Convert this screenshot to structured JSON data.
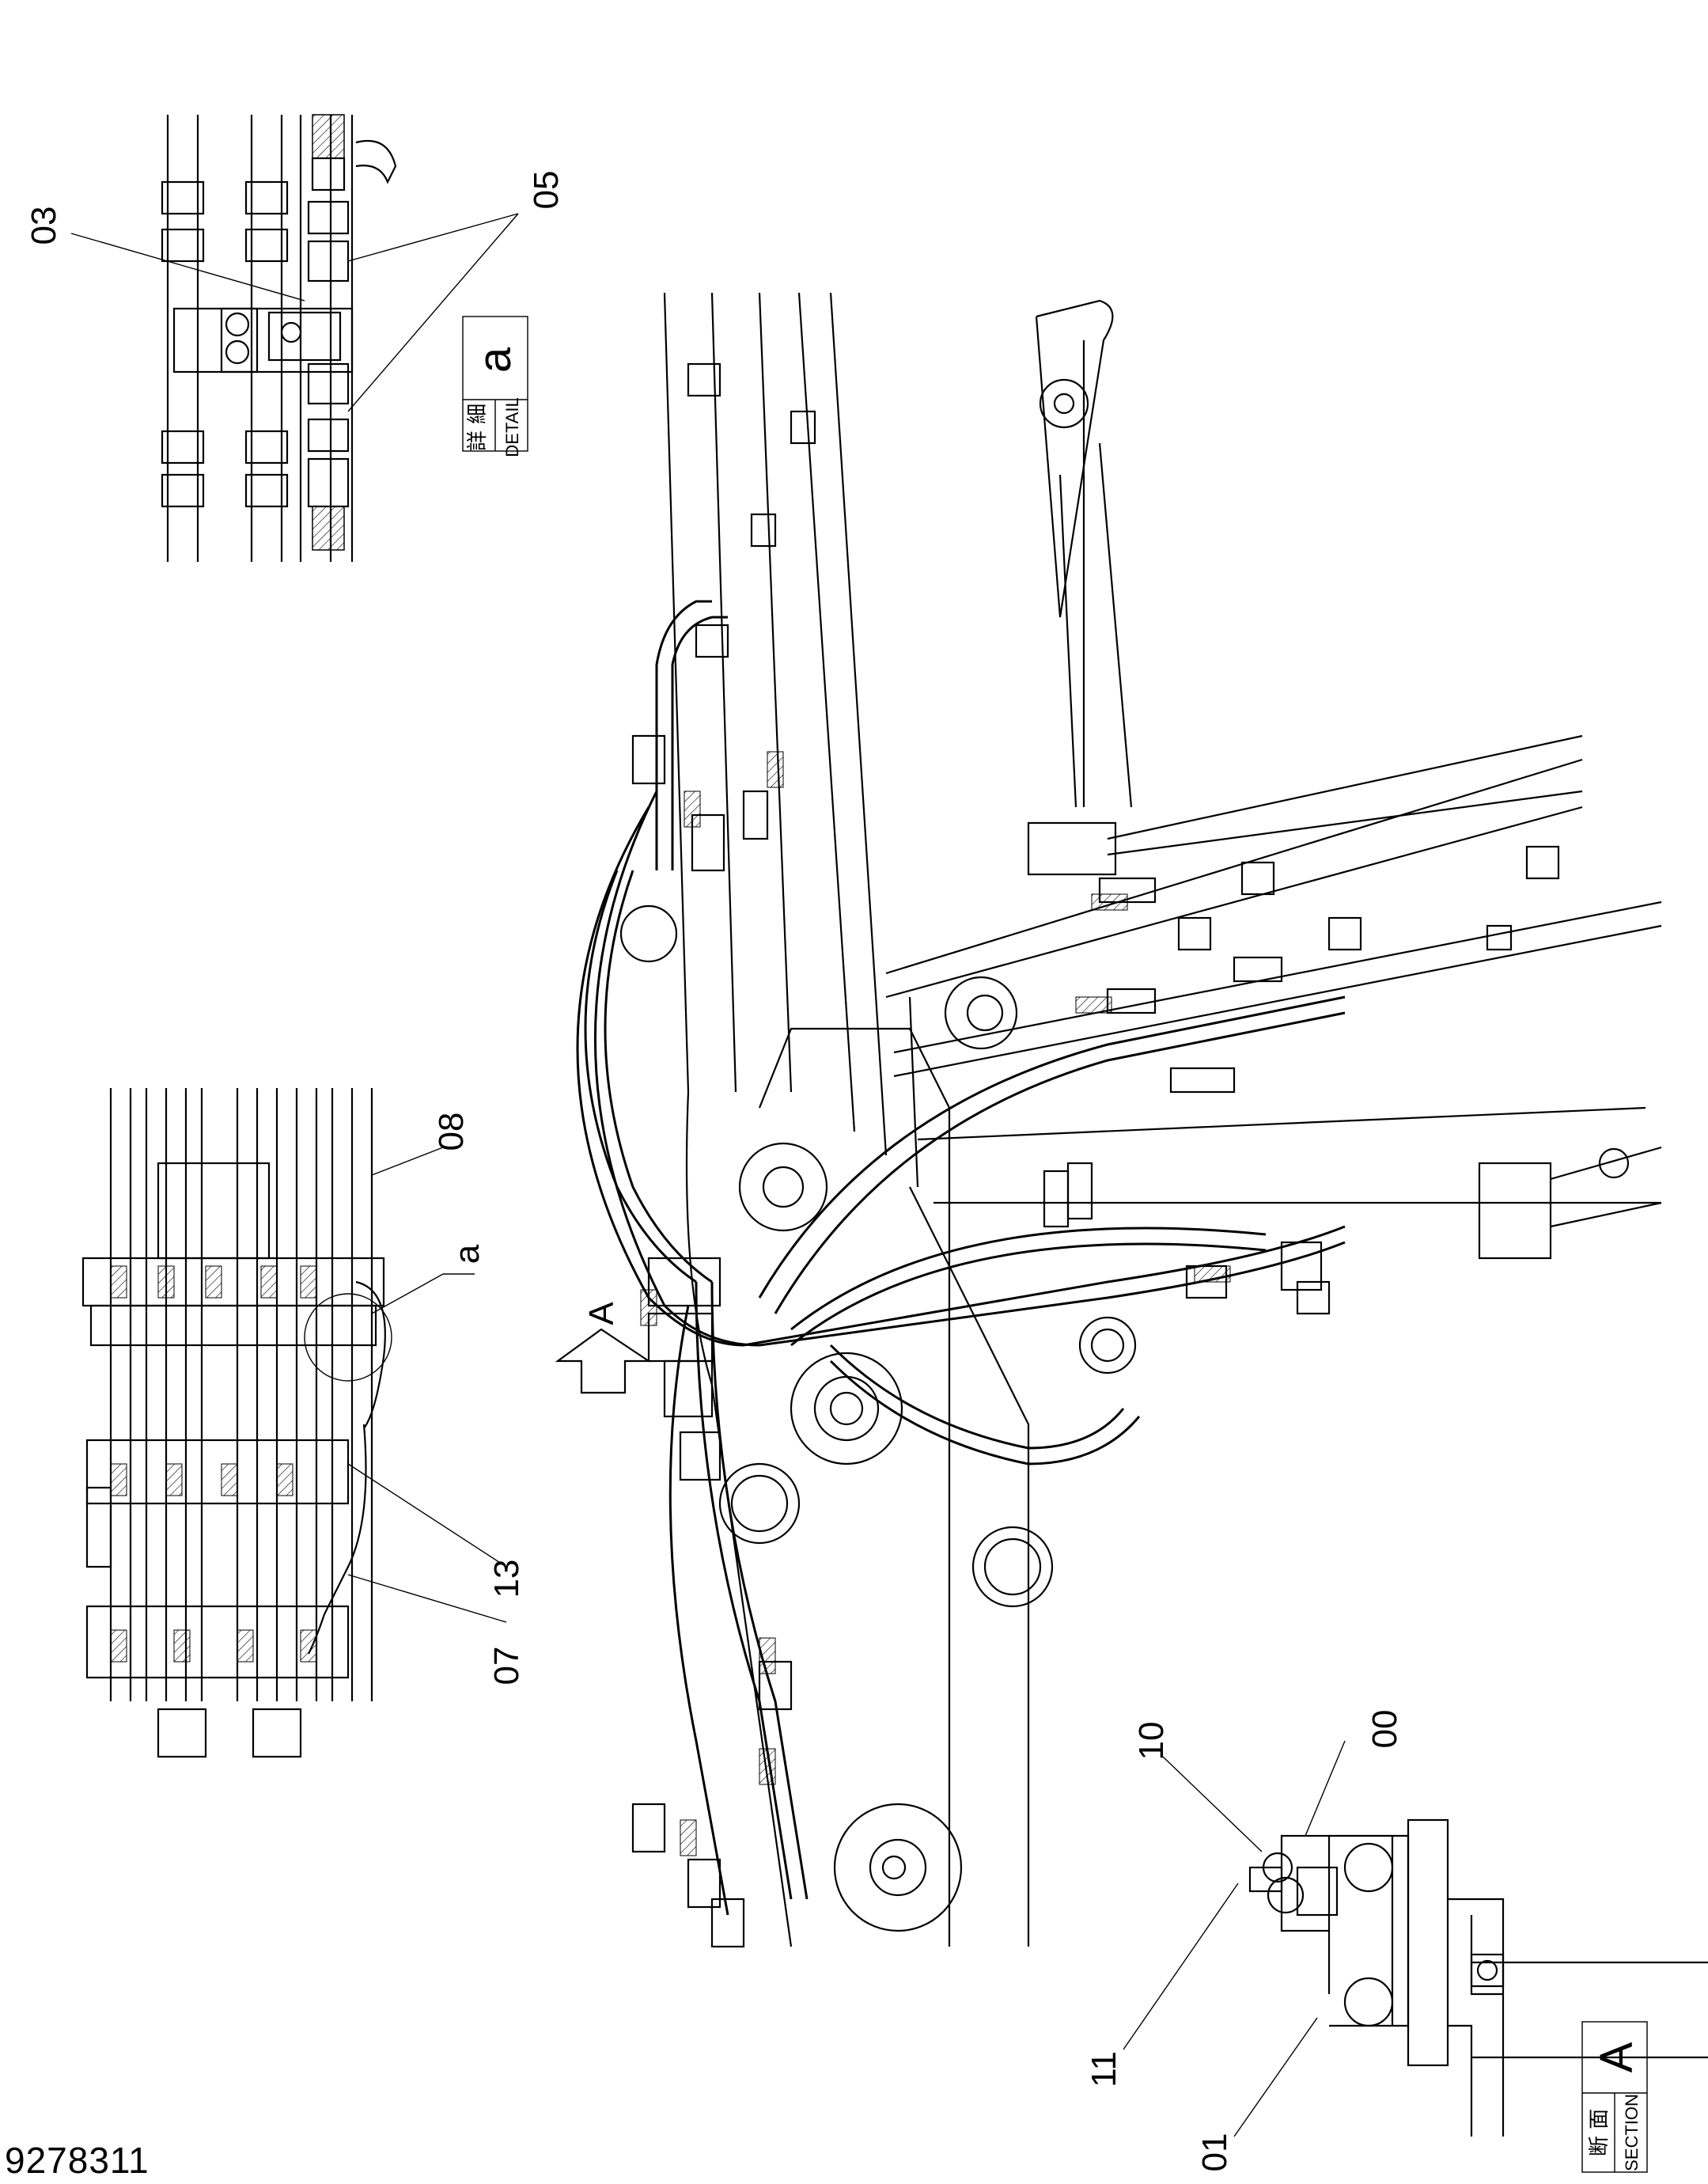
{
  "document_number": "9278311",
  "callouts": {
    "c03": "03",
    "c05": "05",
    "c08": "08",
    "ca": "a",
    "c13": "13",
    "c07": "07",
    "c10": "10",
    "c00": "00",
    "c11": "11",
    "c01": "01"
  },
  "detail_box": {
    "jp": "詳 細",
    "en": "DETAIL",
    "letter": "a"
  },
  "section_box": {
    "jp": "断 面",
    "en": "SECTION",
    "letter": "A"
  },
  "view_arrow": {
    "letter": "A"
  }
}
